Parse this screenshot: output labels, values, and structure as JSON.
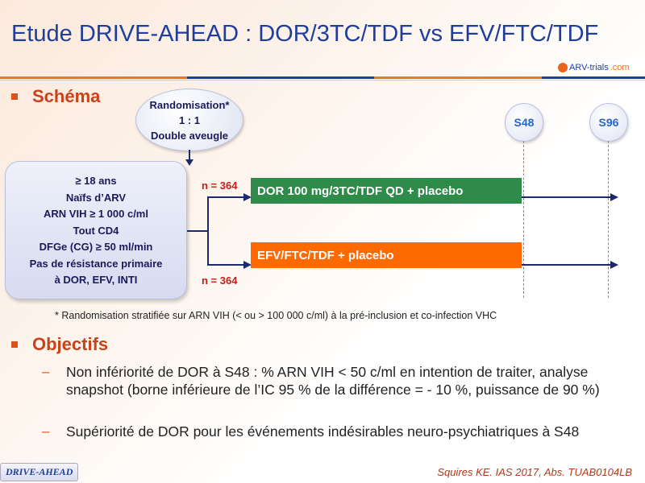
{
  "title": "Etude DRIVE-AHEAD : DOR/3TC/TDF vs EFV/FTC/TDF",
  "logo": {
    "main": "ARV-trials",
    "suffix": ".com"
  },
  "schema": {
    "heading": "Schéma",
    "randomisation": [
      "Randomisation*",
      "1 : 1",
      "Double aveugle"
    ],
    "timepoints": [
      "S48",
      "S96"
    ],
    "criteria": [
      "≥ 18 ans",
      "Naïfs d’ARV",
      "ARN VIH ≥ 1 000 c/ml",
      "Tout CD4",
      "DFGe (CG) ≥ 50 ml/min",
      "Pas de résistance primaire",
      "à DOR, EFV, INTI"
    ],
    "arms": [
      {
        "n": "n = 364",
        "label": "DOR 100 mg/3TC/TDF QD + placebo",
        "color": "#2e8b4a"
      },
      {
        "n": "n = 364",
        "label": "EFV/FTC/TDF + placebo",
        "color": "#ff6a00"
      }
    ],
    "footnote": "* Randomisation stratifiée sur ARN VIH (< ou > 100 000 c/ml) à la pré-inclusion et co-infection VHC"
  },
  "objectifs": {
    "heading": "Objectifs",
    "items": [
      "Non infériorité de DOR à S48 : % ARN VIH < 50 c/ml en intention de traiter, analyse snapshot (borne inférieure de l’IC 95 % de la différence = - 10 %, puissance de 90 %)",
      "Supériorité de DOR pour les événements indésirables neuro-psychiatriques à S48"
    ]
  },
  "footer": {
    "tag": "DRIVE-AHEAD",
    "citation": "Squires KE. IAS  2017, Abs. TUAB0104LB"
  }
}
